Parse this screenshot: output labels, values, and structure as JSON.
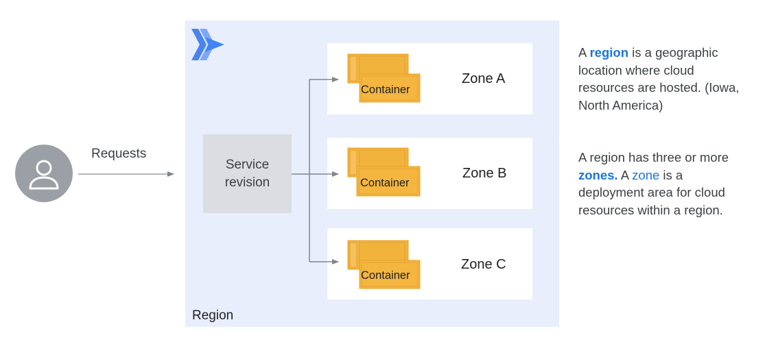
{
  "region": {
    "label": "Region"
  },
  "requests_label": "Requests",
  "service": {
    "label": "Service\nrevision"
  },
  "zones": [
    {
      "label": "Zone A",
      "container_label": "Container"
    },
    {
      "label": "Zone B",
      "container_label": "Container"
    },
    {
      "label": "Zone C",
      "container_label": "Container"
    }
  ],
  "info": {
    "p1": {
      "t1": "A ",
      "t2": "region",
      "t3": " is a geographic location where cloud resources are hosted. (Iowa, North America)"
    },
    "p2": {
      "t1": "A region has three or more ",
      "t2": "zones.",
      "t3": " A ",
      "t4": "zone",
      "t5": " is a deployment area for cloud resources within a region."
    }
  },
  "colors": {
    "region_bg": "#e8eefb",
    "highlight": "#1a73e8",
    "container": "#f4b63f",
    "avatar": "#9aa0a6"
  },
  "icons": {
    "logo": "cloud-run-logo-icon",
    "user": "user-avatar-icon",
    "container": "shipping-container-icon"
  }
}
